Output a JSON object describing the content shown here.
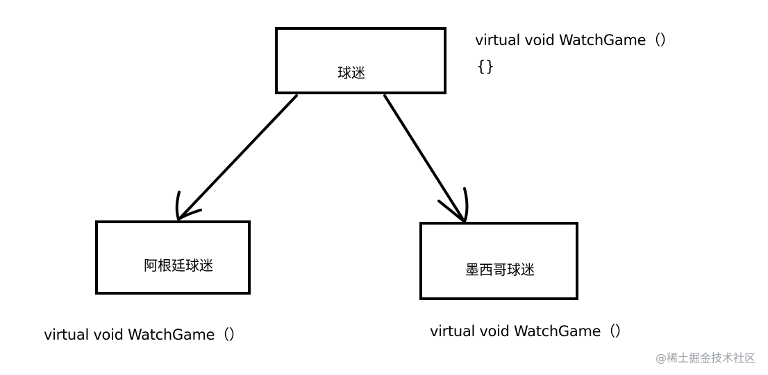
{
  "nodes": {
    "parent": {
      "label": "球迷",
      "code": "virtual void WatchGame（）",
      "code_braces": "{}"
    },
    "argentina": {
      "label": "阿根廷球迷",
      "code": "virtual void WatchGame（）"
    },
    "mexico": {
      "label": "墨西哥球迷",
      "code": "virtual void WatchGame（）"
    }
  },
  "edges": [
    {
      "from": "parent",
      "to": "argentina"
    },
    {
      "from": "parent",
      "to": "mexico"
    }
  ],
  "watermark": "@稀土掘金技术社区",
  "colors": {
    "stroke": "#000000",
    "background": "#ffffff",
    "watermark": "#9aa0a6"
  }
}
